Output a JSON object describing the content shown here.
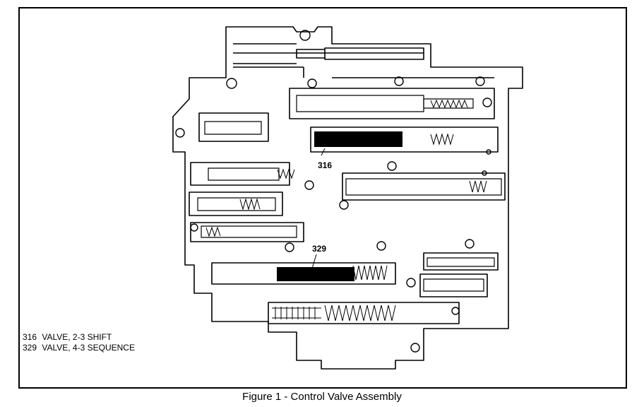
{
  "callouts": [
    {
      "id": "316",
      "label": "316"
    },
    {
      "id": "329",
      "label": "329"
    }
  ],
  "legend": [
    {
      "number": "316",
      "text": "VALVE, 2-3 SHIFT"
    },
    {
      "number": "329",
      "text": "VALVE, 4-3 SEQUENCE"
    }
  ],
  "caption": "Figure 1 - Control Valve Assembly",
  "colors": {
    "line": "#000000",
    "background": "#ffffff"
  }
}
